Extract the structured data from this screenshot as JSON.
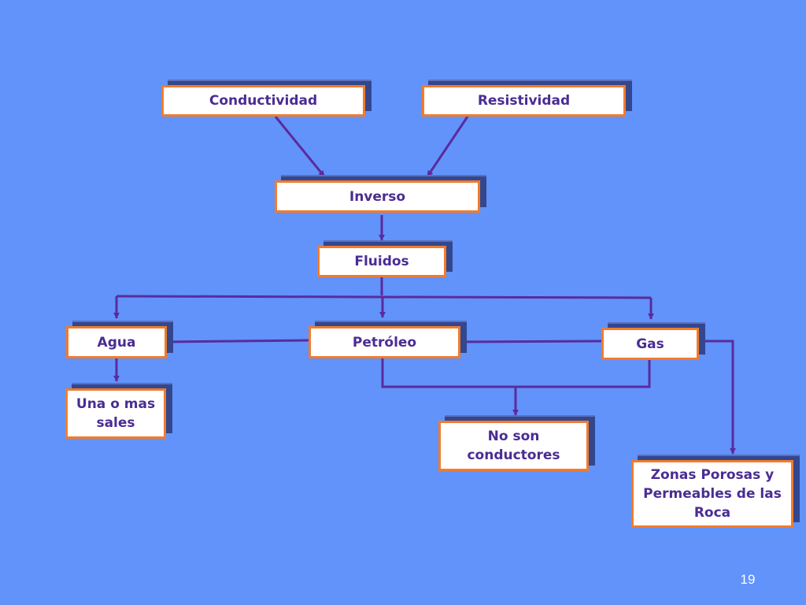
{
  "slide": {
    "page_number": "19",
    "colors": {
      "background": "#6193fb",
      "box_fill": "#ffffff",
      "box_border": "#f27b2c",
      "box_text": "#4a2c93",
      "box_shadow": "#33478f",
      "connector": "#5b2b9c"
    }
  },
  "nodes": {
    "conductividad": "Conductividad",
    "resistividad": "Resistividad",
    "inverso": "Inverso",
    "fluidos": "Fluidos",
    "agua": "Agua",
    "petroleo": "Petróleo",
    "gas": "Gas",
    "una_o_mas_sales": "Una o mas\nsales",
    "no_son_conductores": "No son\nconductores",
    "zonas_porosas": "Zonas Porosas y\nPermeables de las\nRoca"
  }
}
